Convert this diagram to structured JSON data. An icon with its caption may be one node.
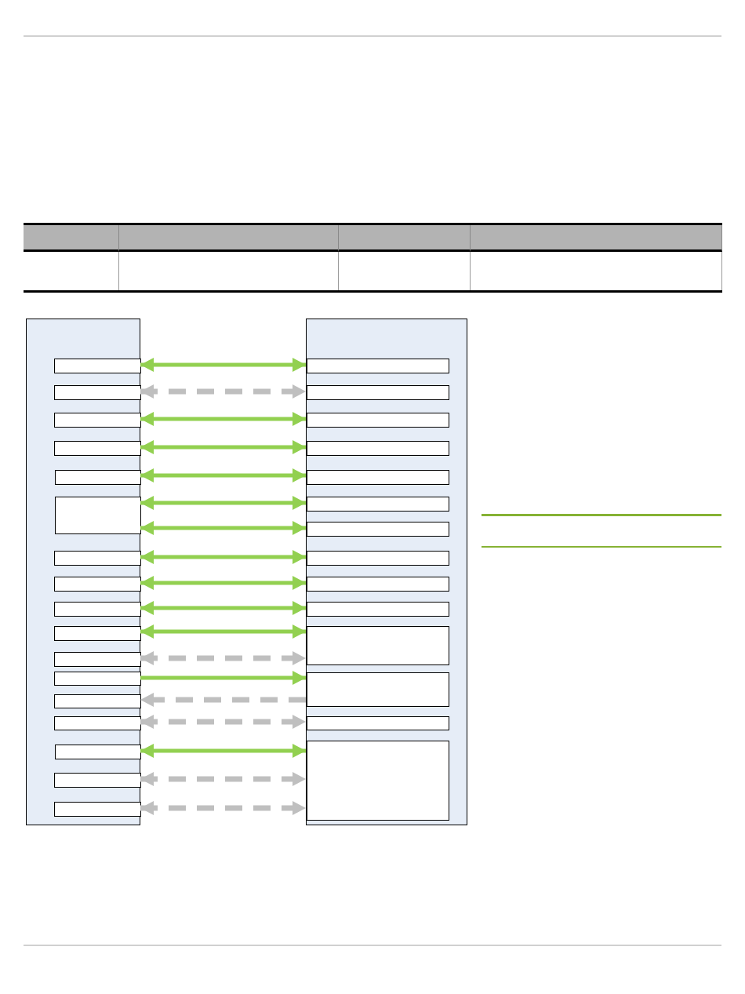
{
  "diagram": {
    "nodes": [
      {
        "text": [],
        "shape": "box"
      },
      {
        "text": [],
        "shape": "box"
      },
      {
        "text": [],
        "shape": "box",
        "in": 0
      },
      {
        "text": [],
        "shape": "box",
        "in": 0
      },
      {
        "text": [],
        "shape": "box",
        "in": 0
      },
      {
        "text": [],
        "shape": "box",
        "in": 0
      },
      {
        "text": [],
        "shape": "box",
        "in": 0
      },
      {
        "text": [],
        "shape": "box",
        "in": 0
      },
      {
        "text": [],
        "shape": "box",
        "in": 0
      },
      {
        "text": [],
        "shape": "box",
        "in": 0
      },
      {
        "text": [],
        "shape": "box",
        "in": 0
      },
      {
        "text": [],
        "shape": "box",
        "in": 0
      },
      {
        "text": [],
        "shape": "box",
        "in": 0
      },
      {
        "text": [],
        "shape": "box",
        "in": 0
      },
      {
        "text": [],
        "shape": "box",
        "in": 0
      },
      {
        "text": [],
        "shape": "box",
        "in": 0
      },
      {
        "text": [],
        "shape": "box",
        "in": 0
      },
      {
        "text": [],
        "shape": "box",
        "in": 0
      },
      {
        "text": [],
        "shape": "box",
        "in": 0
      },
      {
        "text": [],
        "shape": "box",
        "in": 1
      },
      {
        "text": [],
        "shape": "box",
        "in": 1
      },
      {
        "text": [],
        "shape": "box",
        "in": 1
      },
      {
        "text": [],
        "shape": "box",
        "in": 1
      },
      {
        "text": [],
        "shape": "box",
        "in": 1
      },
      {
        "text": [],
        "shape": "box",
        "in": 1
      },
      {
        "text": [],
        "shape": "box",
        "in": 1
      },
      {
        "text": [],
        "shape": "box",
        "in": 1
      },
      {
        "text": [],
        "shape": "box",
        "in": 1
      },
      {
        "text": [],
        "shape": "box",
        "in": 1
      },
      {
        "text": [],
        "shape": "box",
        "in": 1
      },
      {
        "text": [],
        "shape": "box",
        "in": 1
      },
      {
        "text": [],
        "shape": "box",
        "in": 1
      },
      {
        "text": [],
        "shape": "box",
        "in": 1
      }
    ],
    "edges": [
      {
        "from": 2,
        "to": 19,
        "arrow": "both"
      },
      {
        "from": 3,
        "to": 20,
        "arrow": "both",
        "style": "dashed",
        "color": "#bfbfbf"
      },
      {
        "from": 4,
        "to": 21,
        "arrow": "both"
      },
      {
        "from": 5,
        "to": 22,
        "arrow": "both"
      },
      {
        "from": 6,
        "to": 23,
        "arrow": "both"
      },
      {
        "from": 7,
        "to": 24,
        "arrow": "both"
      },
      {
        "from": 7,
        "to": 25,
        "arrow": "both"
      },
      {
        "from": 8,
        "to": 26,
        "arrow": "both"
      },
      {
        "from": 9,
        "to": 27,
        "arrow": "both"
      },
      {
        "from": 10,
        "to": 28,
        "arrow": "both"
      },
      {
        "from": 11,
        "to": 29,
        "arrow": "both"
      },
      {
        "from": 12,
        "to": 29,
        "arrow": "both",
        "style": "dashed",
        "color": "#bfbfbf"
      },
      {
        "from": 13,
        "to": 30,
        "arrow": "to"
      },
      {
        "from": 30,
        "to": 14,
        "arrow": "to",
        "style": "dashed",
        "color": "#bfbfbf"
      },
      {
        "from": 15,
        "to": 31,
        "arrow": "both",
        "style": "dashed",
        "color": "#bfbfbf"
      },
      {
        "from": 16,
        "to": 32,
        "arrow": "both"
      },
      {
        "from": 17,
        "to": 32,
        "arrow": "both",
        "style": "dashed",
        "color": "#bfbfbf"
      },
      {
        "from": 18,
        "to": 32,
        "arrow": "both",
        "style": "dashed",
        "color": "#bfbfbf"
      }
    ]
  }
}
